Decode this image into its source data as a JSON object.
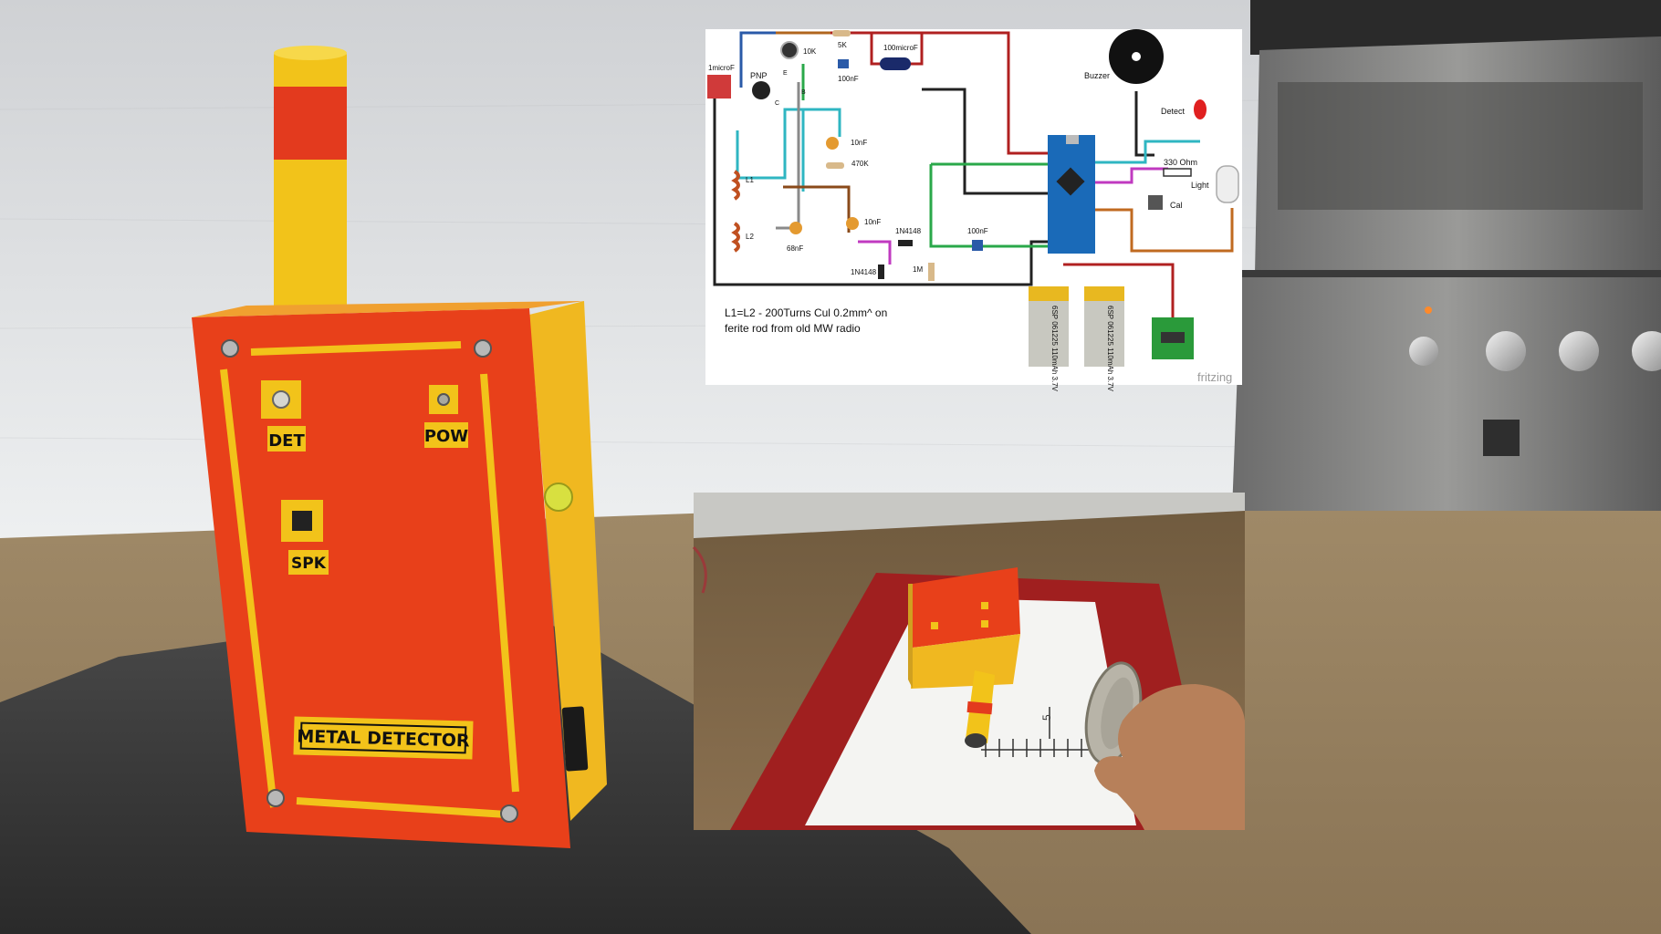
{
  "device": {
    "labels": {
      "det": "DET",
      "pow": "POW",
      "spk": "SPK",
      "title": "METAL DETECTOR"
    },
    "colors": {
      "body": "#e8401a",
      "trim": "#f2c31a",
      "side": "#f0b820"
    }
  },
  "schematic": {
    "components": {
      "c_1micro": "1microF",
      "pnp": "PNP",
      "r_10k": "10K",
      "r_5k": "5K",
      "c_100micro": "100microF",
      "c_100n_top": "100nF",
      "pin_e": "E",
      "pin_b": "B",
      "pin_c": "C",
      "c_10n_top": "10nF",
      "r_470k": "470K",
      "l1": "L1",
      "l2": "L2",
      "c_68n": "68nF",
      "c_10n_mid": "10nF",
      "d_1n4148_a": "1N4148",
      "d_1n4148_b": "1N4148",
      "r_1m": "1M",
      "c_100n_right": "100nF",
      "buzzer": "Buzzer",
      "detect": "Detect",
      "r_330": "330 Ohm",
      "light": "Light",
      "cal": "Cal",
      "battery_1": "6SP 061225\n110mAh 3.7V",
      "battery_2": "6SP 061225\n110mAh 3.7V"
    },
    "note_line1": "L1=L2 -  200Turns Cul 0.2mm^  on",
    "note_line2": "ferite rod from old MW radio",
    "watermark": "fritzing"
  },
  "demo_photo": {
    "ruler_mark": "5"
  }
}
